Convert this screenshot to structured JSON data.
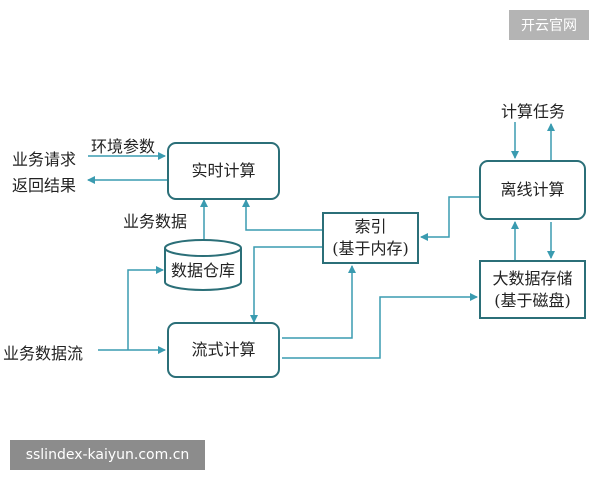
{
  "watermark": {
    "top_right": "开云官网",
    "bottom_left": "sslindex-kaiyun.com.cn"
  },
  "nodes": {
    "realtime": "实时计算",
    "warehouse": "数据仓库",
    "stream": "流式计算",
    "index": [
      "索引",
      "(基于内存)"
    ],
    "offline": "离线计算",
    "bigdata": [
      "大数据存储",
      "(基于磁盘)"
    ]
  },
  "labels": {
    "request": "业务请求",
    "result": "返回结果",
    "env": "环境参数",
    "bizdata": "业务数据",
    "stream_in": "业务数据流",
    "task": "计算任务"
  },
  "colors": {
    "stroke": "#2b6f78",
    "arrow": "#3a9bb0",
    "text": "#222222"
  }
}
